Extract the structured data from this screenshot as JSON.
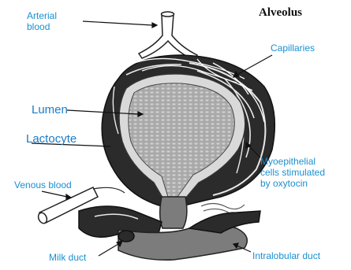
{
  "title": "Alveolus",
  "labels": {
    "arterial_blood": "Arterial\nblood",
    "capillaries": "Capillaries",
    "lumen": "Lumen",
    "lactocyte": "Lactocyte",
    "venous_blood": "Venous blood",
    "myoepithelial": "Myoepithelial\ncells stimulated\nby oxytocin",
    "milk_duct": "Milk duct",
    "intralobular_duct": "Intralobular duct"
  },
  "colors": {
    "label_text": "#1a8fd1",
    "lumen_fill": "#a9a9a9",
    "outer_dark": "#2b2b2b",
    "lactocyte_fill": "#d9d9d9",
    "duct_fill": "#7c7c7c"
  }
}
